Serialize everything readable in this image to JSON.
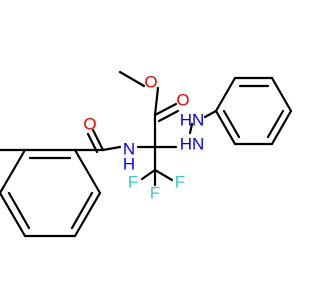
{
  "molecule": {
    "atoms": {
      "ester_O": {
        "label": "O",
        "color": "#ff0000"
      },
      "carbonyl_O_ester": {
        "label": "O",
        "color": "#ff0000"
      },
      "amide_O": {
        "label": "O",
        "color": "#ff0000"
      },
      "amide_N": {
        "label": "N",
        "color": "#0000ff"
      },
      "amide_H": {
        "label": "H",
        "color": "#0000ff"
      },
      "hydrazine_N1": {
        "label": "HN",
        "color": "#0000ff"
      },
      "hydrazine_N2": {
        "label": "HN",
        "color": "#0000ff"
      },
      "F1": {
        "label": "F",
        "color": "#33cccc"
      },
      "F2": {
        "label": "F",
        "color": "#33cccc"
      },
      "F3": {
        "label": "F",
        "color": "#33cccc"
      }
    }
  }
}
